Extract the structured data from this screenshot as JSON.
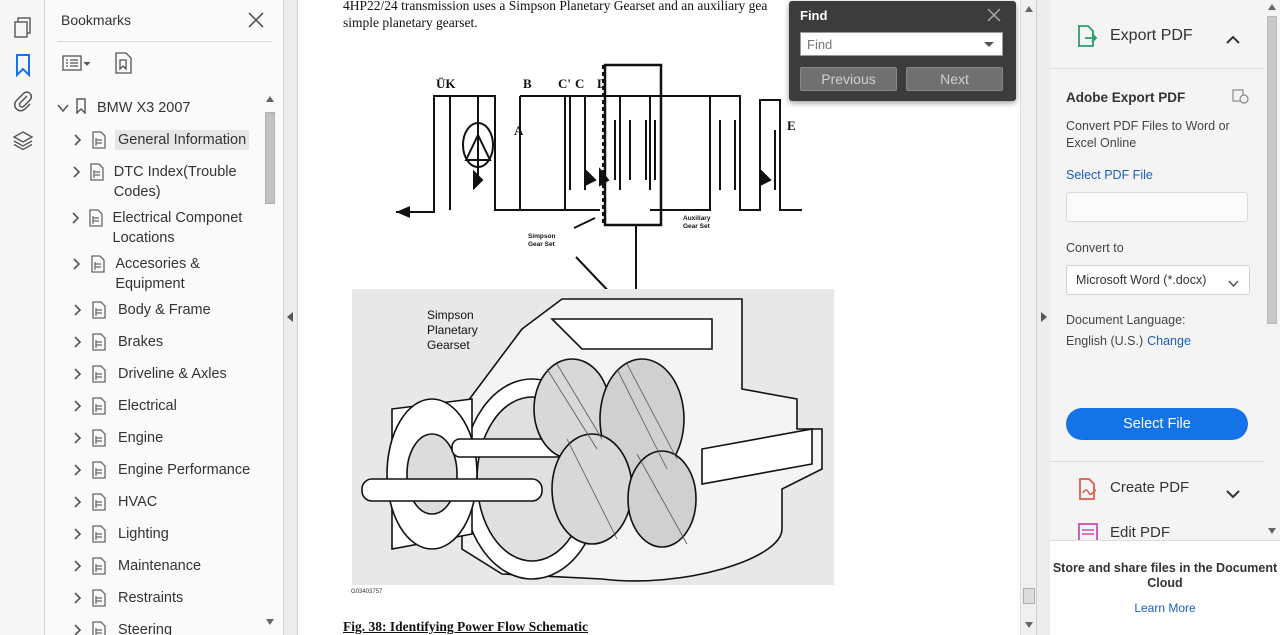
{
  "rail": {
    "icons": [
      "pages-icon",
      "bookmark-icon",
      "attachment-icon",
      "layers-icon"
    ]
  },
  "bookmarks": {
    "title": "Bookmarks",
    "root": "BMW X3 2007",
    "items": [
      {
        "label": "General Information",
        "selected": true
      },
      {
        "label": "DTC Index(Trouble Codes)"
      },
      {
        "label": "Electrical Componet Locations"
      },
      {
        "label": "Accesories & Equipment"
      },
      {
        "label": "Body & Frame"
      },
      {
        "label": "Brakes"
      },
      {
        "label": "Driveline & Axles"
      },
      {
        "label": "Electrical"
      },
      {
        "label": "Engine"
      },
      {
        "label": "Engine Performance"
      },
      {
        "label": "HVAC"
      },
      {
        "label": "Lighting"
      },
      {
        "label": "Maintenance"
      },
      {
        "label": "Restraints"
      },
      {
        "label": "Steering"
      }
    ]
  },
  "document": {
    "text_line1": "4HP22/24 transmission uses a Simpson Planetary Gearset and an auxiliary gea",
    "text_line2": "simple planetary gearset.",
    "schematic_labels": {
      "uk": "ÜK",
      "b": "B",
      "c_prime": "C'",
      "c": "C",
      "d": "D",
      "a": "A",
      "e": "E",
      "simpson": "Simpson",
      "gear_set": "Gear Set",
      "auxiliary": "Auxiliary",
      "aux_gear_set": "Gear Set"
    },
    "gearset_label": [
      "Simpson",
      "Planetary",
      "Gearset"
    ],
    "figure_code": "G03403757",
    "caption": "Fig. 38: Identifying Power Flow Schematic"
  },
  "find": {
    "title": "Find",
    "placeholder": "Find",
    "previous": "Previous",
    "next": "Next"
  },
  "tools": {
    "export_title": "Export PDF",
    "adobe_export_title": "Adobe Export PDF",
    "adobe_export_desc": "Convert PDF Files to Word or Excel Online",
    "select_pdf_file": "Select PDF File",
    "convert_to_label": "Convert to",
    "convert_to_value": "Microsoft Word (*.docx)",
    "doc_language_label": "Document Language:",
    "doc_language_value": "English (U.S.)",
    "change_link": "Change",
    "select_file_button": "Select File",
    "create_pdf": "Create PDF",
    "edit_pdf": "Edit PDF",
    "cloud_text": "Store and share files in the Document Cloud",
    "learn_more": "Learn More",
    "accent_color": "#1473e6"
  }
}
